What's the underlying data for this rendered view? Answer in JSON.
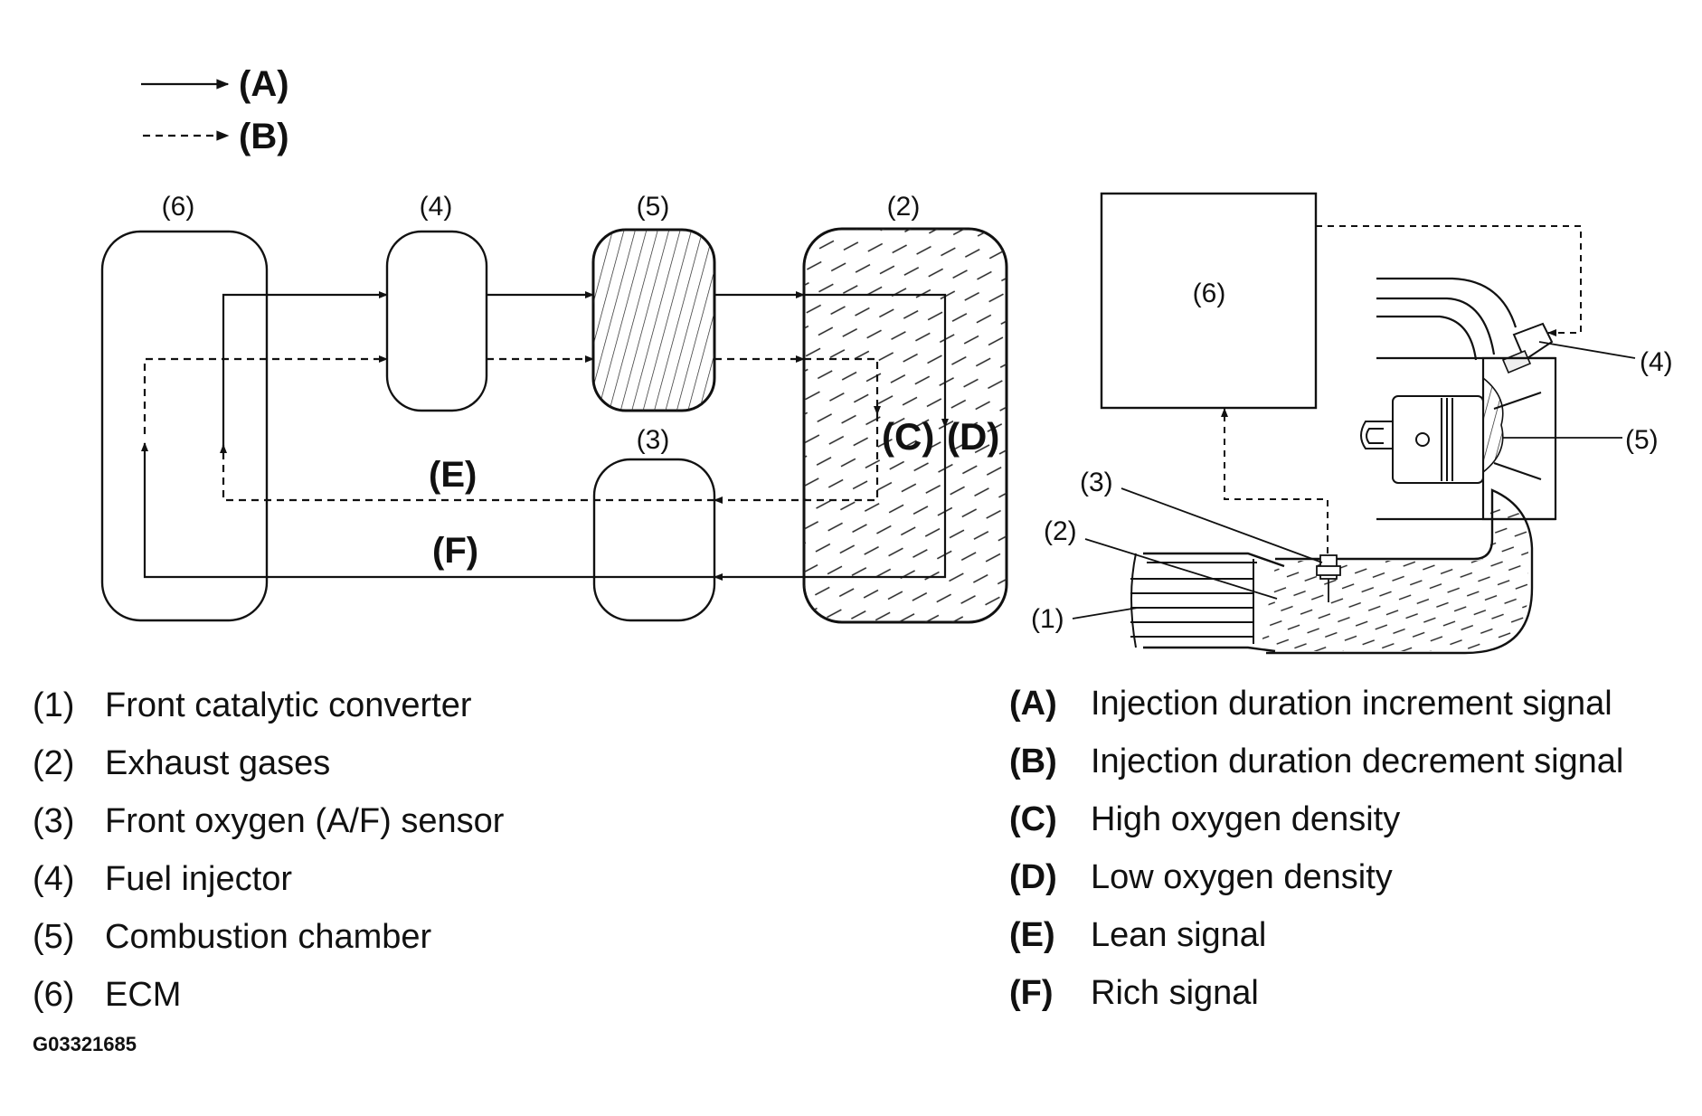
{
  "arrow_legend": {
    "solid": "(A)",
    "dashed": "(B)"
  },
  "block_diagram": {
    "block_6": "(6)",
    "block_4": "(4)",
    "block_5": "(5)",
    "block_2": "(2)",
    "block_3": "(3)",
    "flow_c": "(C)",
    "flow_d": "(D)",
    "flow_e": "(E)",
    "flow_f": "(F)"
  },
  "engine_illustration": {
    "ecm_box": "(6)",
    "callout_4": "(4)",
    "callout_5": "(5)",
    "callout_3": "(3)",
    "callout_2": "(2)",
    "callout_1": "(1)"
  },
  "legend_components": [
    {
      "num": "(1)",
      "text": "Front catalytic converter"
    },
    {
      "num": "(2)",
      "text": "Exhaust gases"
    },
    {
      "num": "(3)",
      "text": "Front oxygen (A/F) sensor"
    },
    {
      "num": "(4)",
      "text": "Fuel injector"
    },
    {
      "num": "(5)",
      "text": "Combustion chamber"
    },
    {
      "num": "(6)",
      "text": "ECM"
    }
  ],
  "legend_signals": [
    {
      "num": "(A)",
      "text": "Injection duration increment signal"
    },
    {
      "num": "(B)",
      "text": "Injection duration decrement signal"
    },
    {
      "num": "(C)",
      "text": "High oxygen density"
    },
    {
      "num": "(D)",
      "text": "Low oxygen density"
    },
    {
      "num": "(E)",
      "text": "Lean signal"
    },
    {
      "num": "(F)",
      "text": "Rich signal"
    }
  ],
  "figure_id": "G03321685"
}
